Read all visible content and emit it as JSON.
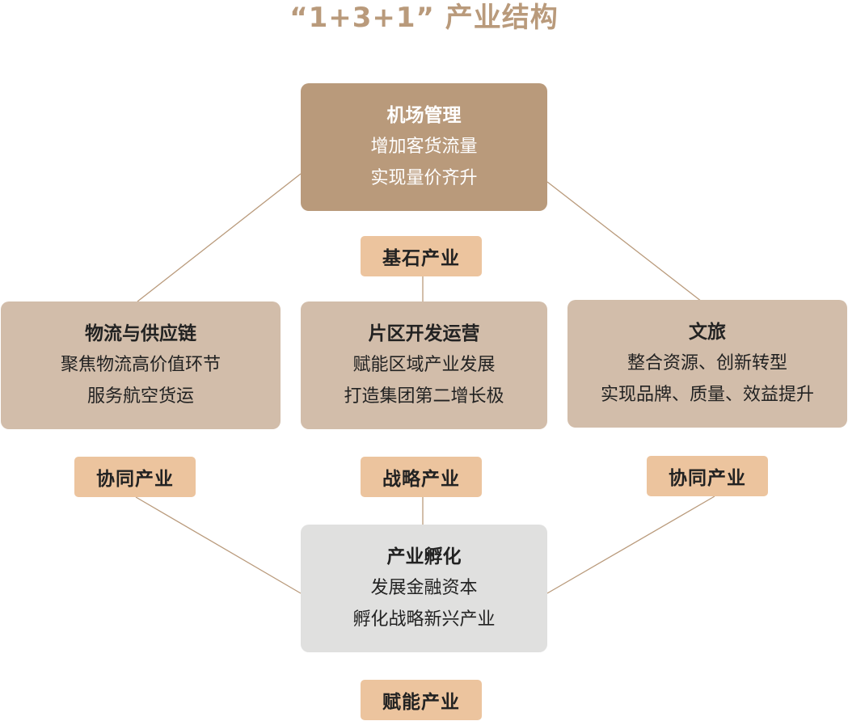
{
  "title": "“1+3+1” 产业结构",
  "colors": {
    "title": "#b99a7b",
    "top_box": "#b99a7b",
    "mid_box": "#d2bdaa",
    "bottom_box": "#e0e0df",
    "tag": "#ecc49e",
    "connector": "#b99a7b"
  },
  "nodes": {
    "airport": {
      "heading": "机场管理",
      "lines": [
        "增加客货流量",
        "实现量价齐升"
      ],
      "tag": "基石产业"
    },
    "logistics": {
      "heading": "物流与供应链",
      "lines": [
        "聚焦物流高价值环节",
        "服务航空货运"
      ],
      "tag": "协同产业"
    },
    "district": {
      "heading": "片区开发运营",
      "lines": [
        "赋能区域产业发展",
        "打造集团第二增长极"
      ],
      "tag": "战略产业"
    },
    "tourism": {
      "heading": "文旅",
      "lines": [
        "整合资源、创新转型",
        "实现品牌、质量、效益提升"
      ],
      "tag": "协同产业"
    },
    "incubation": {
      "heading": "产业孵化",
      "lines": [
        "发展金融资本",
        "孵化战略新兴产业"
      ],
      "tag": "赋能产业"
    }
  }
}
